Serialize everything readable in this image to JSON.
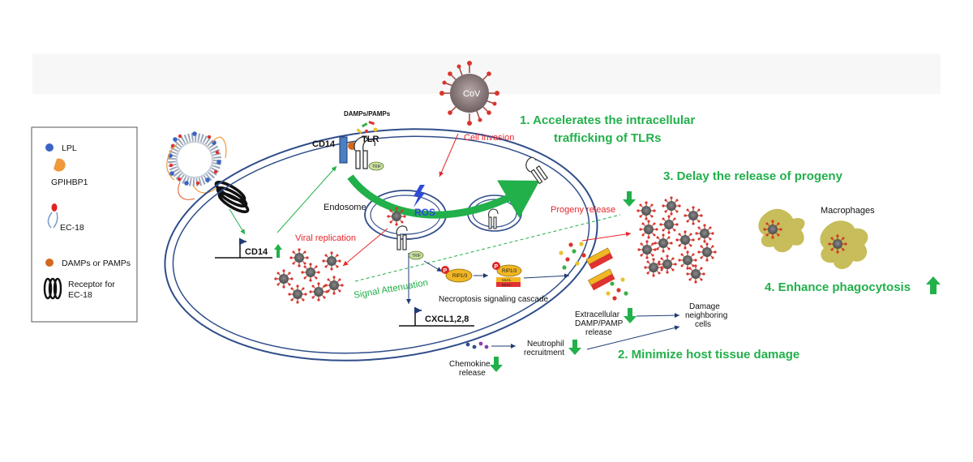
{
  "legend": {
    "items": [
      {
        "label": "LPL",
        "icon": "lpl-dot-icon"
      },
      {
        "label": "GPIHBP1",
        "icon": "gpihbp1-icon"
      },
      {
        "label": "EC-18",
        "icon": "ec18-icon"
      },
      {
        "label": "DAMPs or PAMPs",
        "icon": "damp-dot-icon"
      },
      {
        "label": "Receptor for",
        "label2": "EC-18",
        "icon": "receptor-coil-icon"
      }
    ]
  },
  "virus": {
    "label": "CoV"
  },
  "labels": {
    "damps_pamps": "DAMPs/PAMPs",
    "cd14_membrane": "CD14",
    "tlr": "TLR",
    "trif1": "TRIF",
    "trif2": "TRIF",
    "cell_invasion": "Cell invasion",
    "endosome": "Endosome",
    "ros": "ROS",
    "viral_replication": "Viral replication",
    "cd14_gene": "CD14",
    "signal_attenuation": "Signal Attenuation",
    "rip13_a": "RIP1/3",
    "rip13_b": "RIP1/3",
    "mlkl_a": "MLKL",
    "mlkl_b": "MLKL",
    "necroptosis": "Necroptosis signaling cascade",
    "cxcl": "CXCL1,2,8",
    "progeny_release": "Progeny release",
    "extracellular_1": "Extracellular",
    "extracellular_2": "DAMP/PAMP",
    "extracellular_3": "release",
    "damage_1": "Damage",
    "damage_2": "neighboring",
    "damage_3": "cells",
    "neutrophil_1": "Neutrophil",
    "neutrophil_2": "recruitment",
    "chemokine_1": "Chemokine",
    "chemokine_2": "release",
    "macrophages": "Macrophages",
    "phospho": "P"
  },
  "effects": {
    "e1_line1": "1. Accelerates the intracellular",
    "e1_line2": "trafficking of TLRs",
    "e2": "2. Minimize host tissue damage",
    "e3": "3. Delay the release of progeny",
    "e4": "4. Enhance phagocytosis"
  },
  "colors": {
    "effect_green": "#22b04b",
    "red_text": "#e8262b",
    "navy": "#1f3b73",
    "cell_blue": "#2f4d8a",
    "macrophage": "#c7bd5a",
    "cd14_blue": "#4a7fc1",
    "lpl_blue": "#3a63c4",
    "damp_orange": "#d2691e"
  }
}
